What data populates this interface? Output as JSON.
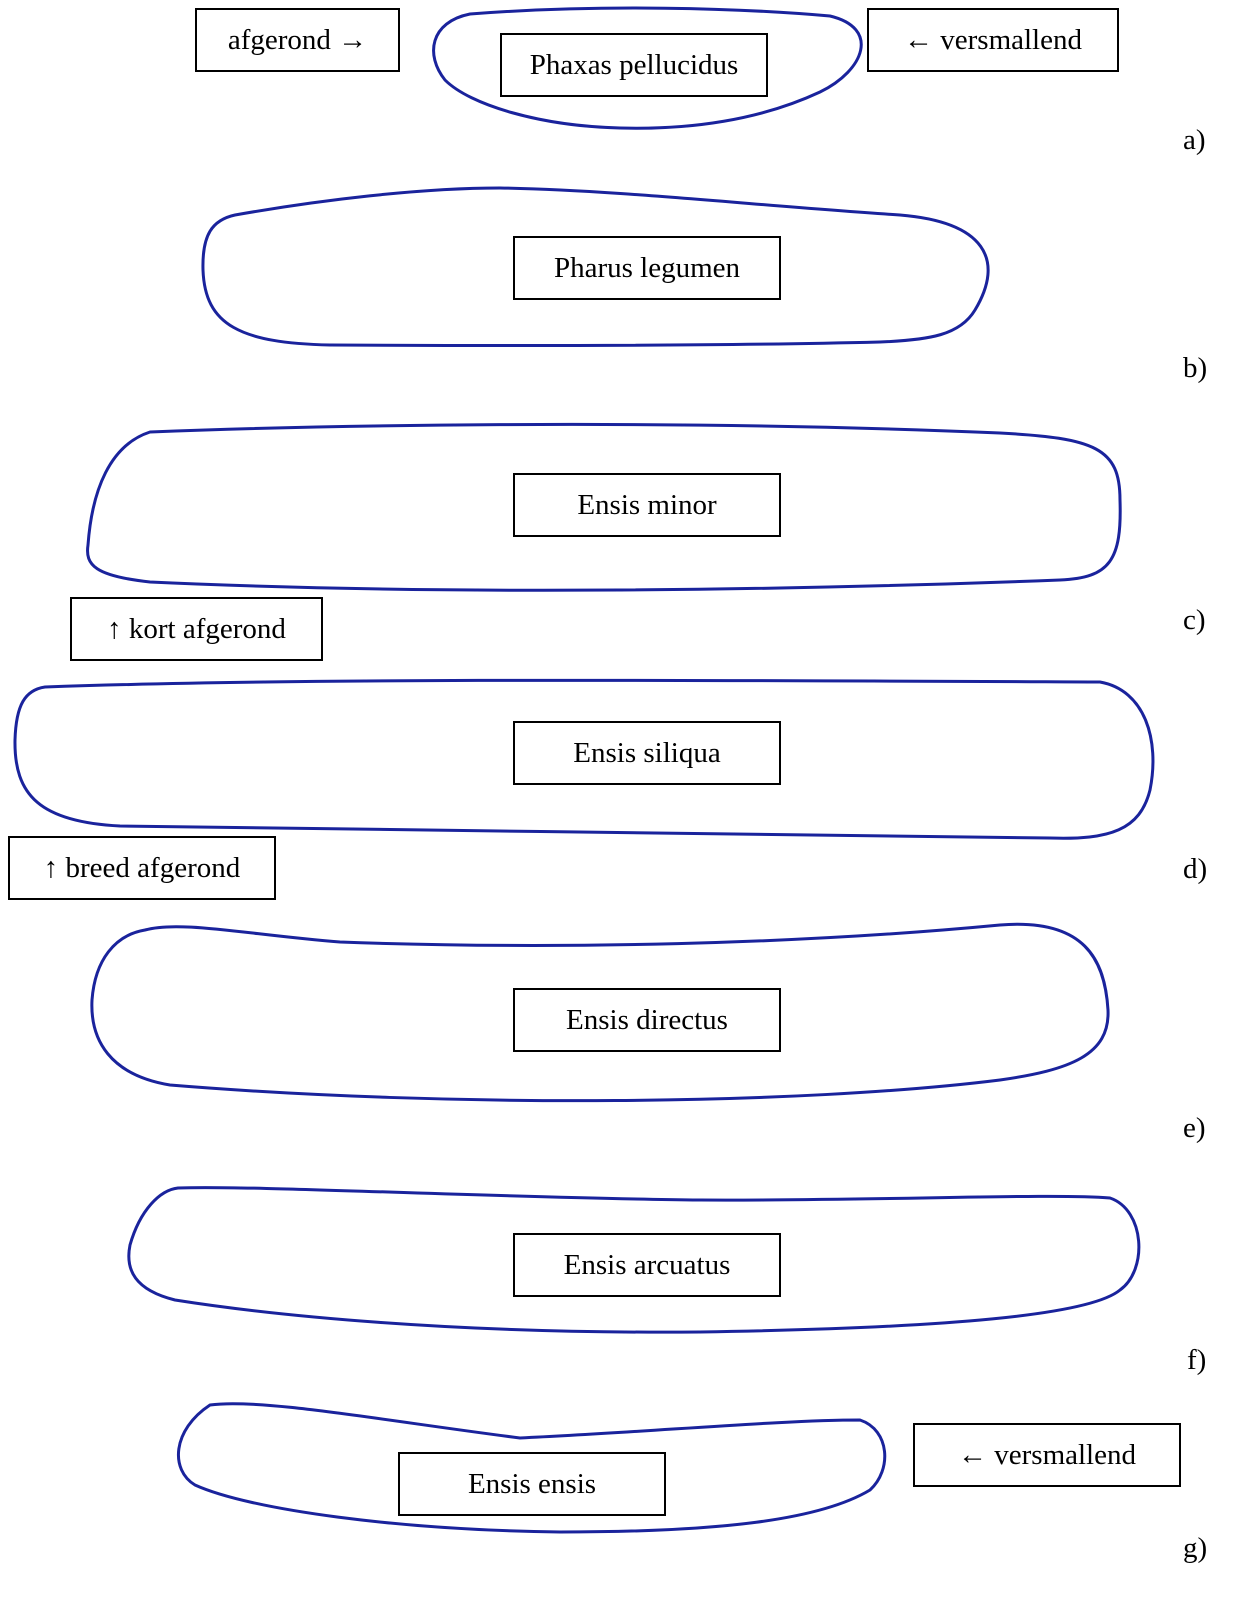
{
  "outline_color": "#1a239c",
  "shells": [
    {
      "id": "a",
      "species": "Phaxas pellucidus",
      "letter": "a)"
    },
    {
      "id": "b",
      "species": "Pharus legumen",
      "letter": "b)"
    },
    {
      "id": "c",
      "species": "Ensis minor",
      "letter": "c)"
    },
    {
      "id": "d",
      "species": "Ensis siliqua",
      "letter": "d)"
    },
    {
      "id": "e",
      "species": "Ensis directus",
      "letter": "e)"
    },
    {
      "id": "f",
      "species": "Ensis arcuatus",
      "letter": "f)"
    },
    {
      "id": "g",
      "species": "Ensis ensis",
      "letter": "g)"
    }
  ],
  "annotations": {
    "a_left": "afgerond →",
    "a_right": "← versmallend",
    "c_below": "↑ kort afgerond",
    "d_below": "↑ breed afgerond",
    "g_right": "← versmallend"
  }
}
